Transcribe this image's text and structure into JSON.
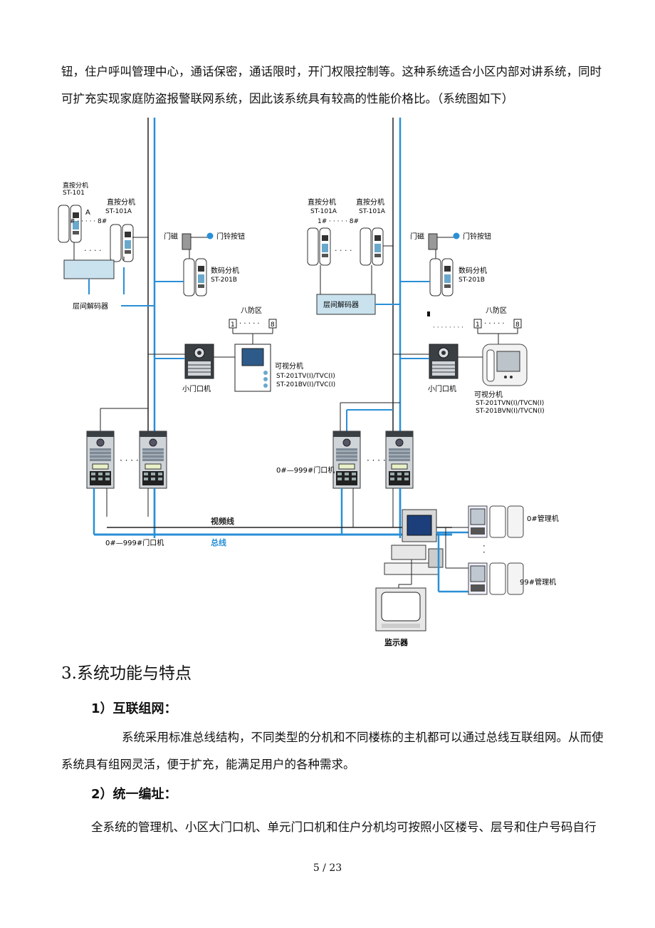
{
  "intro": {
    "line1": "钮，住户呼叫管理中心，通话保密，通话限时，开门权限控制等。这种系统适合小区内部对讲系统，同时",
    "line2": "可扩充实现家庭防盗报警联网系统，因此该系统具有较高的性能价格比。（系统图如下）"
  },
  "diagram": {
    "labels": {
      "direct_ext_left": "直按分机",
      "direct_ext_left_model": "ST-101",
      "letter_a": "A",
      "hash_left": "# · · · · · 8#",
      "direct_ext_left2": "直按分机",
      "direct_ext_left2_model": "ST-101A",
      "floor_decoder_left": "层间解码器",
      "door_magnet_left": "门磁",
      "doorbell_left": "门铃按钮",
      "digital_ext_left": "数码分机",
      "digital_ext_left_model": "ST-201B",
      "eight_zone_left": "八防区",
      "zone_one_left": "1",
      "zone_eight_left": "8",
      "small_door_left": "小门口机",
      "video_ext_left": "可视分机",
      "video_ext_left_model1": "ST-201TV(I)/TVC(I)",
      "video_ext_left_model2": "ST-201BV(I)/TVC(I)",
      "direct_ext_r1": "直按分机",
      "direct_ext_r1_model": "ST-101A",
      "direct_ext_r2": "直按分机",
      "direct_ext_r2_model": "ST-101A",
      "hash_right": "1# · · · · · 8#",
      "floor_decoder_right": "层间解码器",
      "door_magnet_right": "门磁",
      "doorbell_right": "门铃按钮",
      "digital_ext_right": "数码分机",
      "digital_ext_right_model": "ST-201B",
      "eight_zone_right": "八防区",
      "zone_one_right": "1",
      "zone_eight_right": "8",
      "small_door_right": "小门口机",
      "video_ext_right": "可视分机",
      "video_ext_right_model1": "ST-201TVN(I)/TVCN(I)",
      "video_ext_right_model2": "ST-201BVN(I)/TVCN(I)",
      "door_units_right": "0#—999#门口机",
      "door_units_left": "0#—999#门口机",
      "video_line": "视频线",
      "bus_line": "总线",
      "mgr0": "0#管理机",
      "mgr99": "99#管理机",
      "monitor": "监示器"
    },
    "colors": {
      "bus": "#2a8fd6",
      "line": "#222222",
      "decoder_fill": "#c9e2ee"
    }
  },
  "section": {
    "heading": "3.系统功能与特点",
    "sub1": "1）互联组网：",
    "sub1_line1": "系统采用标准总线结构，不同类型的分机和不同楼栋的主机都可以通过总线互联组网。从而使",
    "sub1_line2": "系统具有组网灵活，便于扩充，能满足用户的各种需求。",
    "sub2": "2）统一编址：",
    "sub2_line1": "全系统的管理机、小区大门口机、单元门口机和住户分机均可按照小区楼号、层号和住户号码自行"
  },
  "footer": {
    "page": "5 / 23"
  }
}
